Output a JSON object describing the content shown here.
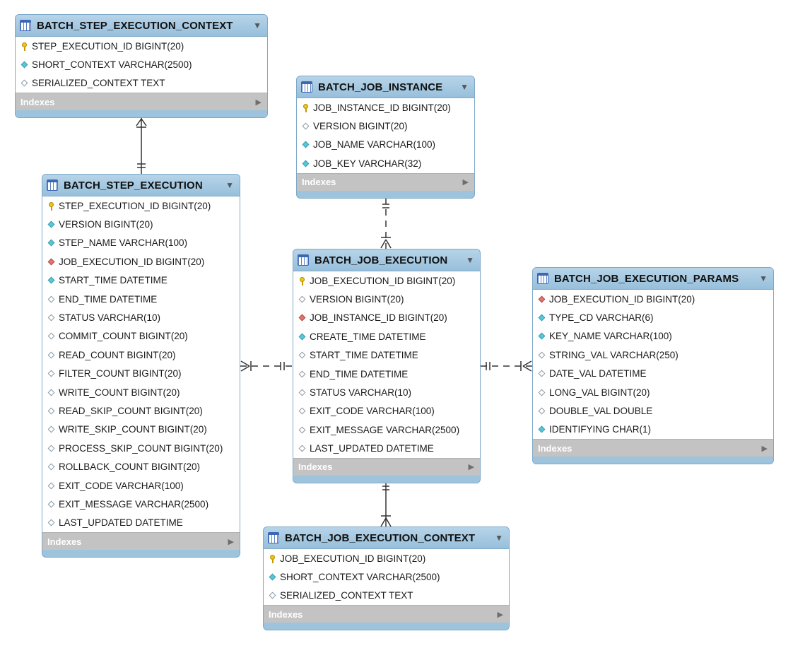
{
  "tables": {
    "bsec": {
      "name": "BATCH_STEP_EXECUTION_CONTEXT",
      "indexes_label": "Indexes",
      "columns": [
        {
          "icon": "primary-key-icon",
          "text": "STEP_EXECUTION_ID BIGINT(20)"
        },
        {
          "icon": "not-null-column-icon",
          "text": "SHORT_CONTEXT VARCHAR(2500)"
        },
        {
          "icon": "nullable-column-icon",
          "text": "SERIALIZED_CONTEXT TEXT"
        }
      ]
    },
    "bse": {
      "name": "BATCH_STEP_EXECUTION",
      "indexes_label": "Indexes",
      "columns": [
        {
          "icon": "primary-key-icon",
          "text": "STEP_EXECUTION_ID BIGINT(20)"
        },
        {
          "icon": "not-null-column-icon",
          "text": "VERSION BIGINT(20)"
        },
        {
          "icon": "not-null-column-icon",
          "text": "STEP_NAME VARCHAR(100)"
        },
        {
          "icon": "foreign-key-icon",
          "text": "JOB_EXECUTION_ID BIGINT(20)"
        },
        {
          "icon": "not-null-column-icon",
          "text": "START_TIME DATETIME"
        },
        {
          "icon": "nullable-column-icon",
          "text": "END_TIME DATETIME"
        },
        {
          "icon": "nullable-column-icon",
          "text": "STATUS VARCHAR(10)"
        },
        {
          "icon": "nullable-column-icon",
          "text": "COMMIT_COUNT BIGINT(20)"
        },
        {
          "icon": "nullable-column-icon",
          "text": "READ_COUNT BIGINT(20)"
        },
        {
          "icon": "nullable-column-icon",
          "text": "FILTER_COUNT BIGINT(20)"
        },
        {
          "icon": "nullable-column-icon",
          "text": "WRITE_COUNT BIGINT(20)"
        },
        {
          "icon": "nullable-column-icon",
          "text": "READ_SKIP_COUNT BIGINT(20)"
        },
        {
          "icon": "nullable-column-icon",
          "text": "WRITE_SKIP_COUNT BIGINT(20)"
        },
        {
          "icon": "nullable-column-icon",
          "text": "PROCESS_SKIP_COUNT BIGINT(20)"
        },
        {
          "icon": "nullable-column-icon",
          "text": "ROLLBACK_COUNT BIGINT(20)"
        },
        {
          "icon": "nullable-column-icon",
          "text": "EXIT_CODE VARCHAR(100)"
        },
        {
          "icon": "nullable-column-icon",
          "text": "EXIT_MESSAGE VARCHAR(2500)"
        },
        {
          "icon": "nullable-column-icon",
          "text": "LAST_UPDATED DATETIME"
        }
      ]
    },
    "bji": {
      "name": "BATCH_JOB_INSTANCE",
      "indexes_label": "Indexes",
      "columns": [
        {
          "icon": "primary-key-icon",
          "text": "JOB_INSTANCE_ID BIGINT(20)"
        },
        {
          "icon": "nullable-column-icon",
          "text": "VERSION BIGINT(20)"
        },
        {
          "icon": "not-null-column-icon",
          "text": "JOB_NAME VARCHAR(100)"
        },
        {
          "icon": "not-null-column-icon",
          "text": "JOB_KEY VARCHAR(32)"
        }
      ]
    },
    "bje": {
      "name": "BATCH_JOB_EXECUTION",
      "indexes_label": "Indexes",
      "columns": [
        {
          "icon": "primary-key-icon",
          "text": "JOB_EXECUTION_ID BIGINT(20)"
        },
        {
          "icon": "nullable-column-icon",
          "text": "VERSION BIGINT(20)"
        },
        {
          "icon": "foreign-key-icon",
          "text": "JOB_INSTANCE_ID BIGINT(20)"
        },
        {
          "icon": "not-null-column-icon",
          "text": "CREATE_TIME DATETIME"
        },
        {
          "icon": "nullable-column-icon",
          "text": "START_TIME DATETIME"
        },
        {
          "icon": "nullable-column-icon",
          "text": "END_TIME DATETIME"
        },
        {
          "icon": "nullable-column-icon",
          "text": "STATUS VARCHAR(10)"
        },
        {
          "icon": "nullable-column-icon",
          "text": "EXIT_CODE VARCHAR(100)"
        },
        {
          "icon": "nullable-column-icon",
          "text": "EXIT_MESSAGE VARCHAR(2500)"
        },
        {
          "icon": "nullable-column-icon",
          "text": "LAST_UPDATED DATETIME"
        }
      ]
    },
    "bjep": {
      "name": "BATCH_JOB_EXECUTION_PARAMS",
      "indexes_label": "Indexes",
      "columns": [
        {
          "icon": "foreign-key-icon",
          "text": "JOB_EXECUTION_ID BIGINT(20)"
        },
        {
          "icon": "not-null-column-icon",
          "text": "TYPE_CD VARCHAR(6)"
        },
        {
          "icon": "not-null-column-icon",
          "text": "KEY_NAME VARCHAR(100)"
        },
        {
          "icon": "nullable-column-icon",
          "text": "STRING_VAL VARCHAR(250)"
        },
        {
          "icon": "nullable-column-icon",
          "text": "DATE_VAL DATETIME"
        },
        {
          "icon": "nullable-column-icon",
          "text": "LONG_VAL BIGINT(20)"
        },
        {
          "icon": "nullable-column-icon",
          "text": "DOUBLE_VAL DOUBLE"
        },
        {
          "icon": "not-null-column-icon",
          "text": "IDENTIFYING CHAR(1)"
        }
      ]
    },
    "bjec": {
      "name": "BATCH_JOB_EXECUTION_CONTEXT",
      "indexes_label": "Indexes",
      "columns": [
        {
          "icon": "primary-key-icon",
          "text": "JOB_EXECUTION_ID BIGINT(20)"
        },
        {
          "icon": "not-null-column-icon",
          "text": "SHORT_CONTEXT VARCHAR(2500)"
        },
        {
          "icon": "nullable-column-icon",
          "text": "SERIALIZED_CONTEXT TEXT"
        }
      ]
    }
  },
  "relationships": [
    {
      "from": "BATCH_STEP_EXECUTION",
      "to": "BATCH_STEP_EXECUTION_CONTEXT",
      "style": "solid"
    },
    {
      "from": "BATCH_JOB_INSTANCE",
      "to": "BATCH_JOB_EXECUTION",
      "style": "dashed"
    },
    {
      "from": "BATCH_JOB_EXECUTION",
      "to": "BATCH_STEP_EXECUTION",
      "style": "dashed"
    },
    {
      "from": "BATCH_JOB_EXECUTION",
      "to": "BATCH_JOB_EXECUTION_PARAMS",
      "style": "dashed"
    },
    {
      "from": "BATCH_JOB_EXECUTION",
      "to": "BATCH_JOB_EXECUTION_CONTEXT",
      "style": "solid"
    }
  ],
  "colors": {
    "header": "#9ec3dd",
    "primary_key": "#f0c419",
    "not_null": "#57c7d8",
    "foreign_key": "#e0776f",
    "indexes_bar": "#c3c3c3"
  }
}
